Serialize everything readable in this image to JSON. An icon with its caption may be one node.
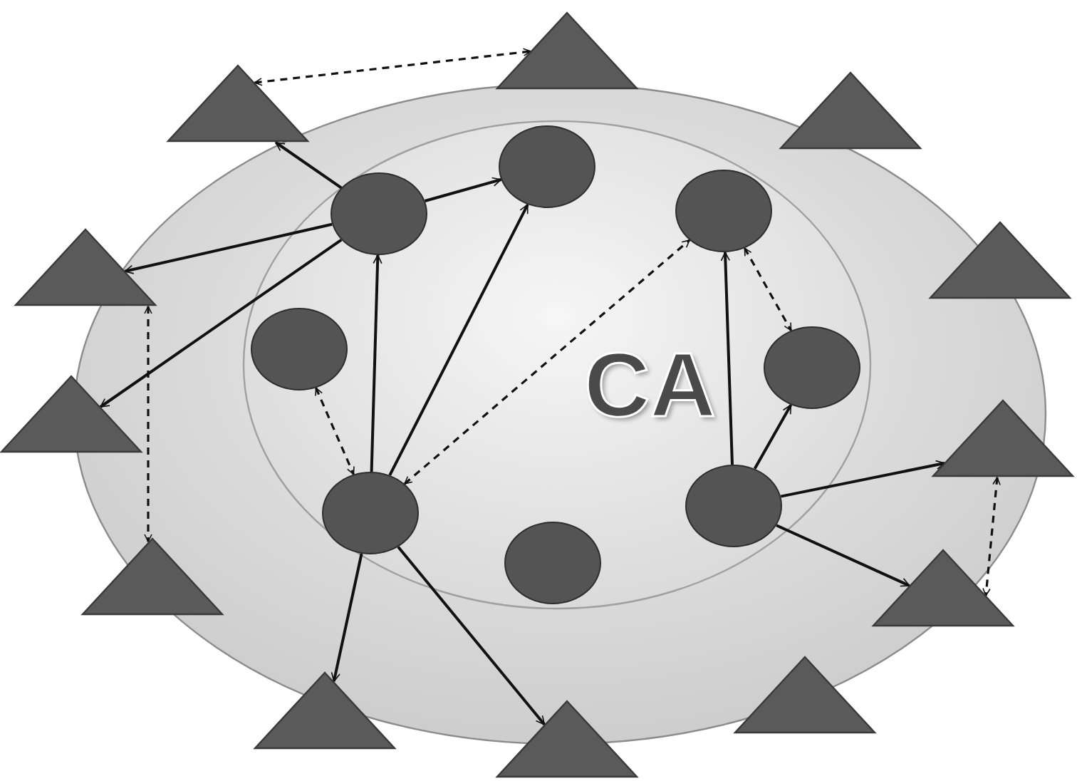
{
  "diagram": {
    "nodes": [
      {
        "text": [],
        "shape": "ellipse"
      },
      {
        "text": [
          "CA"
        ],
        "in": 0
      },
      {
        "text": [],
        "shape": "circle",
        "in": 1
      },
      {
        "text": [],
        "shape": "circle",
        "in": 1
      },
      {
        "text": [],
        "shape": "circle",
        "in": 1
      },
      {
        "text": [],
        "shape": "circle",
        "in": 1
      },
      {
        "text": [],
        "shape": "circle",
        "in": 1
      },
      {
        "text": [],
        "shape": "circle",
        "in": 1
      },
      {
        "text": [],
        "shape": "circle",
        "in": 1
      },
      {
        "text": [],
        "shape": "circle",
        "in": 1
      },
      {
        "text": [],
        "shape": "triangle"
      },
      {
        "text": [],
        "shape": "triangle"
      },
      {
        "text": [],
        "shape": "triangle"
      },
      {
        "text": [],
        "shape": "triangle"
      },
      {
        "text": [],
        "shape": "triangle"
      },
      {
        "text": [],
        "shape": "triangle"
      },
      {
        "text": [],
        "shape": "triangle"
      },
      {
        "text": [],
        "shape": "triangle",
        "in": 0
      },
      {
        "text": [],
        "shape": "triangle",
        "in": 0
      },
      {
        "text": [],
        "shape": "triangle",
        "in": 0
      },
      {
        "text": [],
        "shape": "triangle"
      },
      {
        "text": [],
        "shape": "triangle"
      }
    ],
    "edges": [
      {
        "from": 4,
        "to": 11,
        "arrow": "to"
      },
      {
        "from": 4,
        "to": 2,
        "arrow": "to"
      },
      {
        "from": 4,
        "to": 14,
        "arrow": "to"
      },
      {
        "from": 4,
        "to": 15,
        "arrow": "to"
      },
      {
        "from": 8,
        "to": 4,
        "arrow": "to"
      },
      {
        "from": 8,
        "to": 2,
        "arrow": "to"
      },
      {
        "from": 7,
        "to": 3,
        "arrow": "to"
      },
      {
        "from": 7,
        "to": 6,
        "arrow": "to"
      },
      {
        "from": 7,
        "to": 16,
        "arrow": "to"
      },
      {
        "from": 7,
        "to": 18,
        "arrow": "to"
      },
      {
        "from": 8,
        "to": 20,
        "arrow": "to"
      },
      {
        "from": 8,
        "to": 21,
        "arrow": "to"
      },
      {
        "from": 5,
        "to": 8,
        "arrow": "both",
        "style": "dashed"
      },
      {
        "from": 8,
        "to": 3,
        "arrow": "both",
        "style": "dashed"
      },
      {
        "from": 3,
        "to": 6,
        "arrow": "both",
        "style": "dashed"
      },
      {
        "from": 11,
        "to": 10,
        "arrow": "both",
        "style": "dashed"
      },
      {
        "from": 14,
        "to": 17,
        "arrow": "both",
        "style": "dashed"
      },
      {
        "from": 16,
        "to": 18,
        "arrow": "both",
        "style": "dashed"
      }
    ]
  }
}
